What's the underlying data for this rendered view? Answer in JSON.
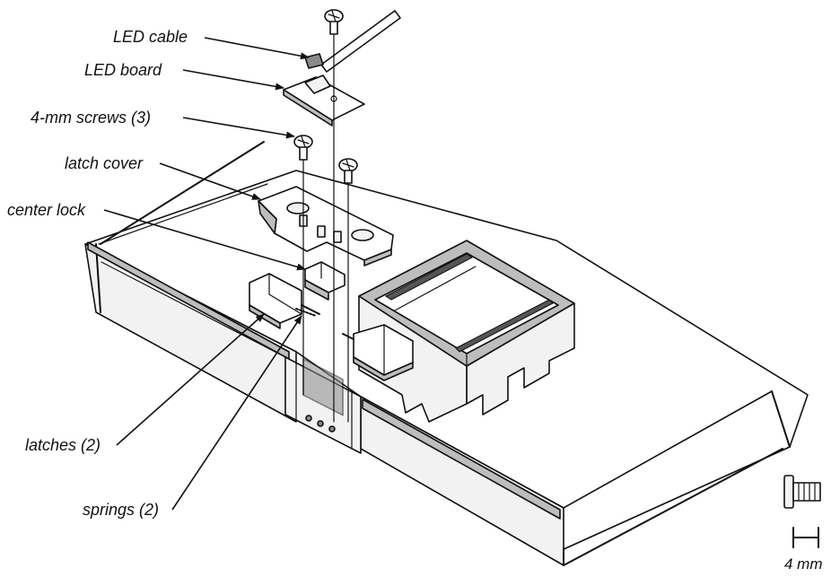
{
  "labels": {
    "led_cable": "LED cable",
    "led_board": "LED board",
    "screws": "4-mm screws (3)",
    "latch_cover": "latch cover",
    "center_lock": "center lock",
    "latches": "latches (2)",
    "springs": "springs (2)",
    "scale": "4 mm"
  },
  "colors": {
    "ink": "#111111",
    "light_fill": "#f2f2f2",
    "mid_fill": "#bdbdbd",
    "dark_fill": "#8a8a8a"
  },
  "icons": [
    "screw-icon",
    "scale-bar-icon"
  ]
}
